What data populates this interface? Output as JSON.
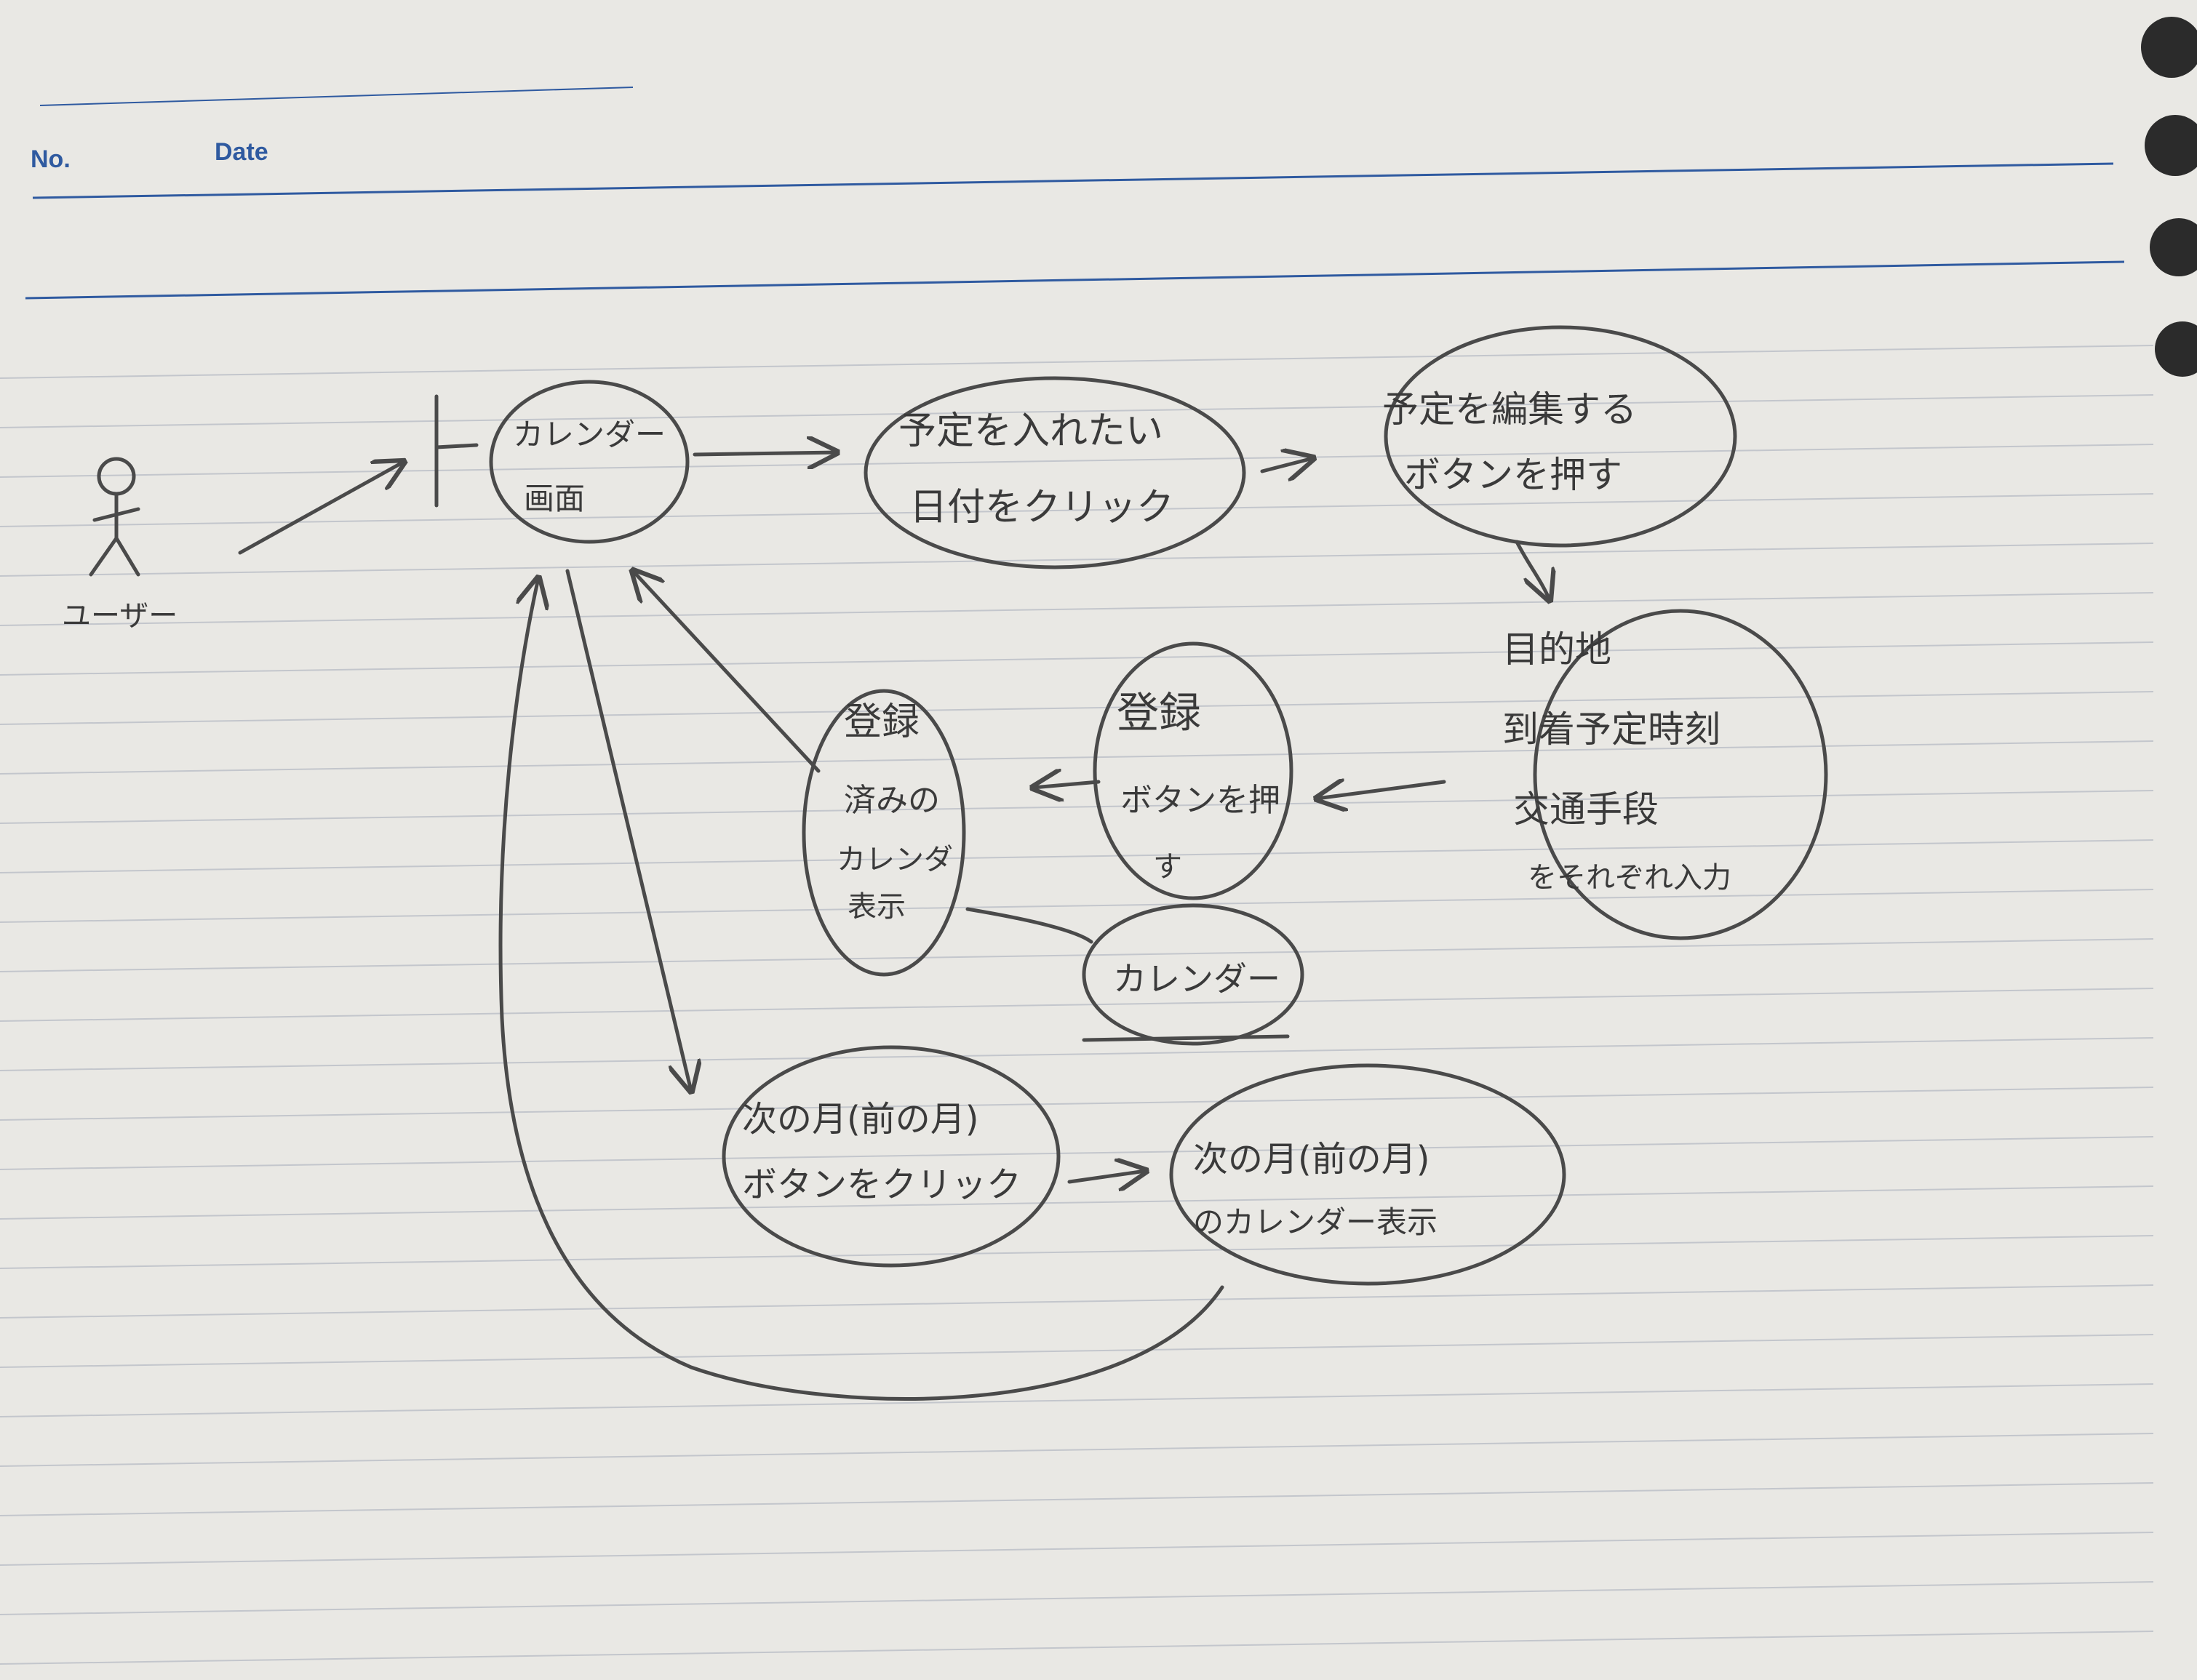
{
  "header": {
    "no_label": "No.",
    "date_label": "Date"
  },
  "actor": {
    "label": "ユーザー"
  },
  "nodes": {
    "calendar_screen": [
      "カレンダー",
      "画面"
    ],
    "click_date": [
      "予定を入れたい",
      "日付をクリック"
    ],
    "press_edit": [
      "予定を編集する",
      "ボタンを押す"
    ],
    "enter_details": [
      "目的地",
      "到着予定時刻",
      "交通手段",
      "をそれぞれ入力"
    ],
    "press_register": [
      "登録",
      "ボタンを押",
      "す"
    ],
    "show_registered": [
      "登録",
      "済みの",
      "カレンダ",
      "表示"
    ],
    "calendar_store": [
      "カレンダー"
    ],
    "click_next_month": [
      "次の月(前の月)",
      "ボタンをクリック"
    ],
    "show_next_month": [
      "次の月(前の月)",
      "のカレンダー表示"
    ]
  },
  "colors": {
    "ink": "#4a4a4a",
    "ruled_line": "#c3c6cc",
    "header_blue": "#2f5aa0"
  }
}
